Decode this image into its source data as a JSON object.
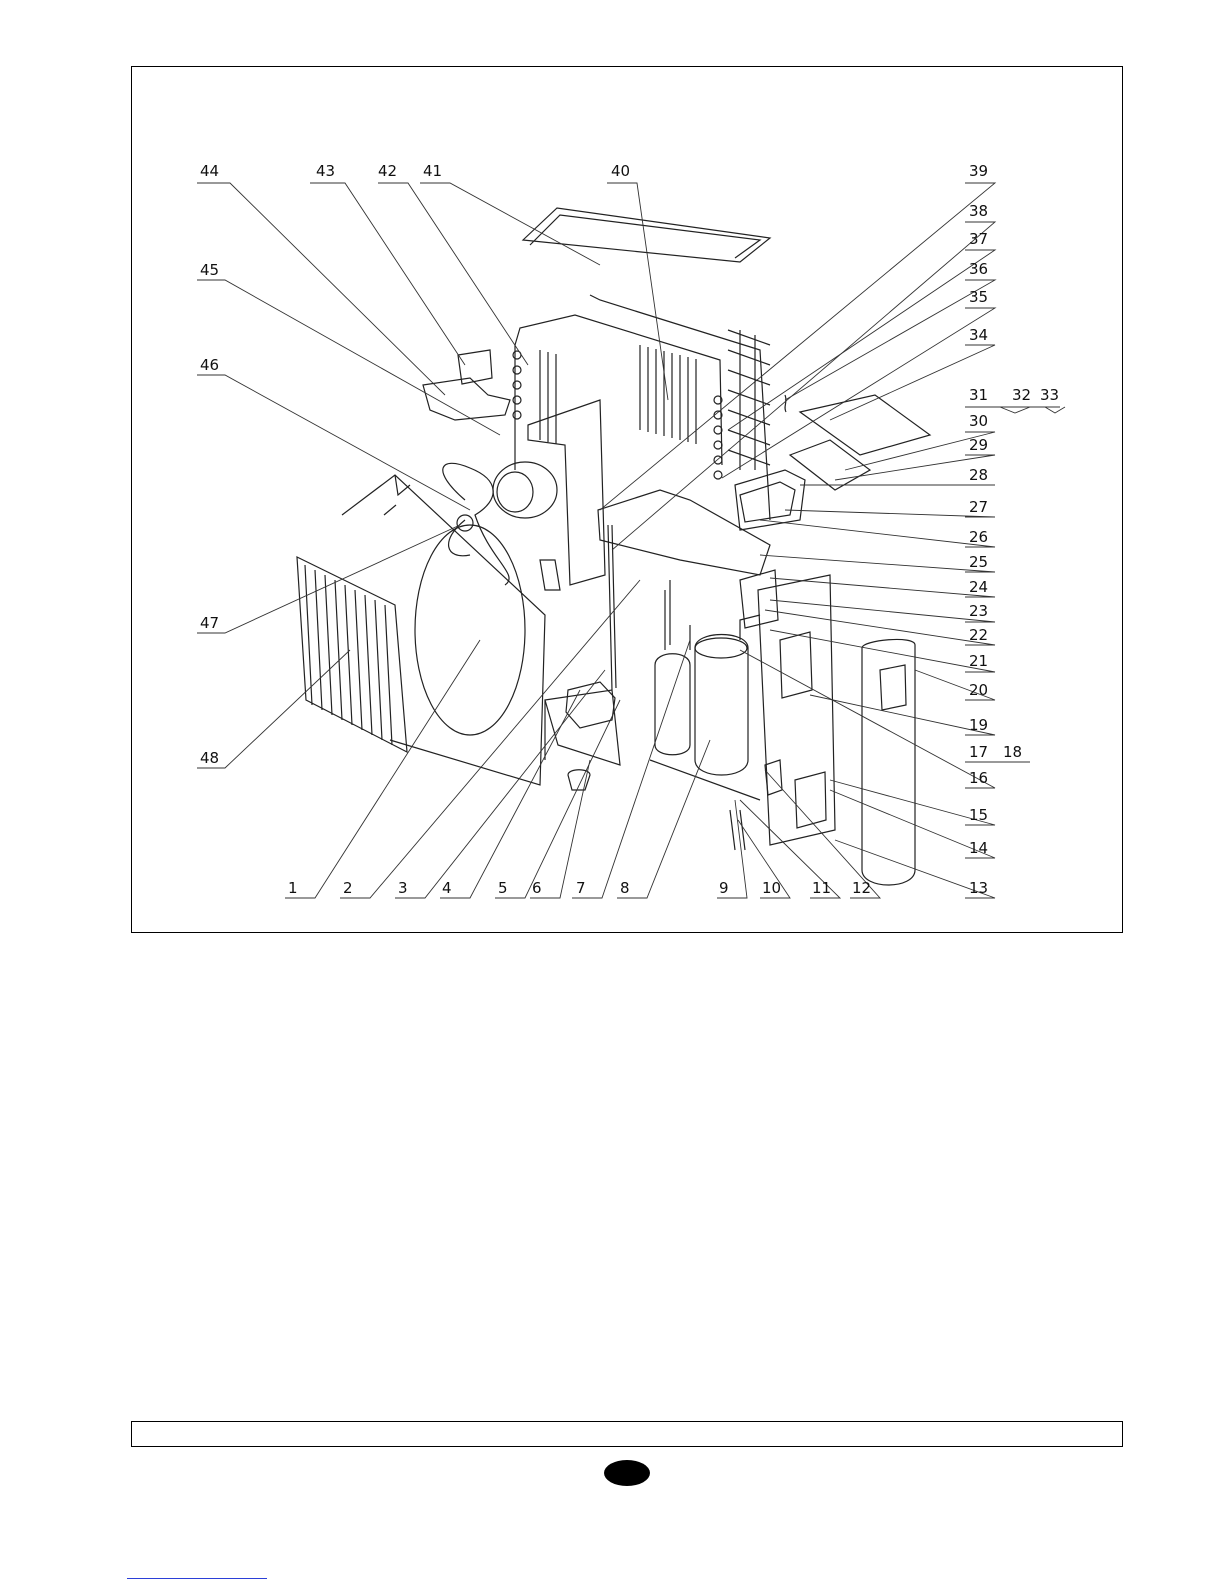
{
  "diagram": {
    "labels": [
      "1",
      "2",
      "3",
      "4",
      "5",
      "6",
      "7",
      "8",
      "9",
      "10",
      "11",
      "12",
      "13",
      "14",
      "15",
      "16",
      "17",
      "18",
      "19",
      "20",
      "21",
      "22",
      "23",
      "24",
      "25",
      "26",
      "27",
      "28",
      "29",
      "30",
      "31",
      "32",
      "33",
      "34",
      "35",
      "36",
      "37",
      "38",
      "39",
      "40",
      "41",
      "42",
      "43",
      "44",
      "45",
      "46",
      "47",
      "48"
    ]
  },
  "colors": {
    "line": "#111111",
    "background": "#ffffff",
    "link": "#2b3fd8"
  }
}
